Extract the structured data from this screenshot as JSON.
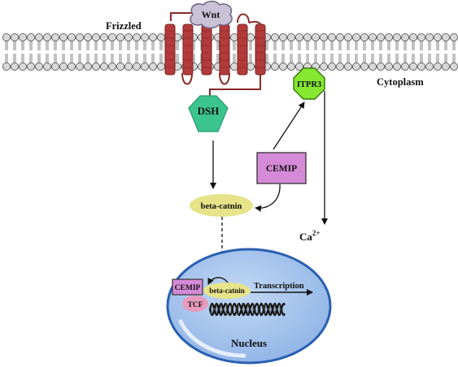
{
  "labels": {
    "wnt": "Wnt",
    "frizzled": "Frizzled",
    "cytoplasm": "Cytoplasm",
    "dsh": "DSH",
    "itpr3": "ITPR3",
    "cemip": "CEMIP",
    "beta_catenin": "beta-catnin",
    "calcium_base": "Ca",
    "calcium_sup": "2+",
    "nuclear_cemip": "CEMIP",
    "nuclear_beta_catenin": "beta-catnin",
    "tcf": "TCF",
    "transcription": "Transcription",
    "nucleus": "Nucleus"
  },
  "colors": {
    "membrane_head": "#d8d8d8",
    "membrane_tail": "#777777",
    "frizzled": "#b33b3b",
    "wnt": "#c9c2d6",
    "dsh": "#3cc48f",
    "itpr3": "#86e830",
    "cemip": "#d58ad7",
    "beta_catenin": "#e6e389",
    "tcf": "#e89bbd",
    "nucleus_fill": "#a8c6ef",
    "nucleus_stroke": "#2a5fb0",
    "dna": "#111111"
  }
}
